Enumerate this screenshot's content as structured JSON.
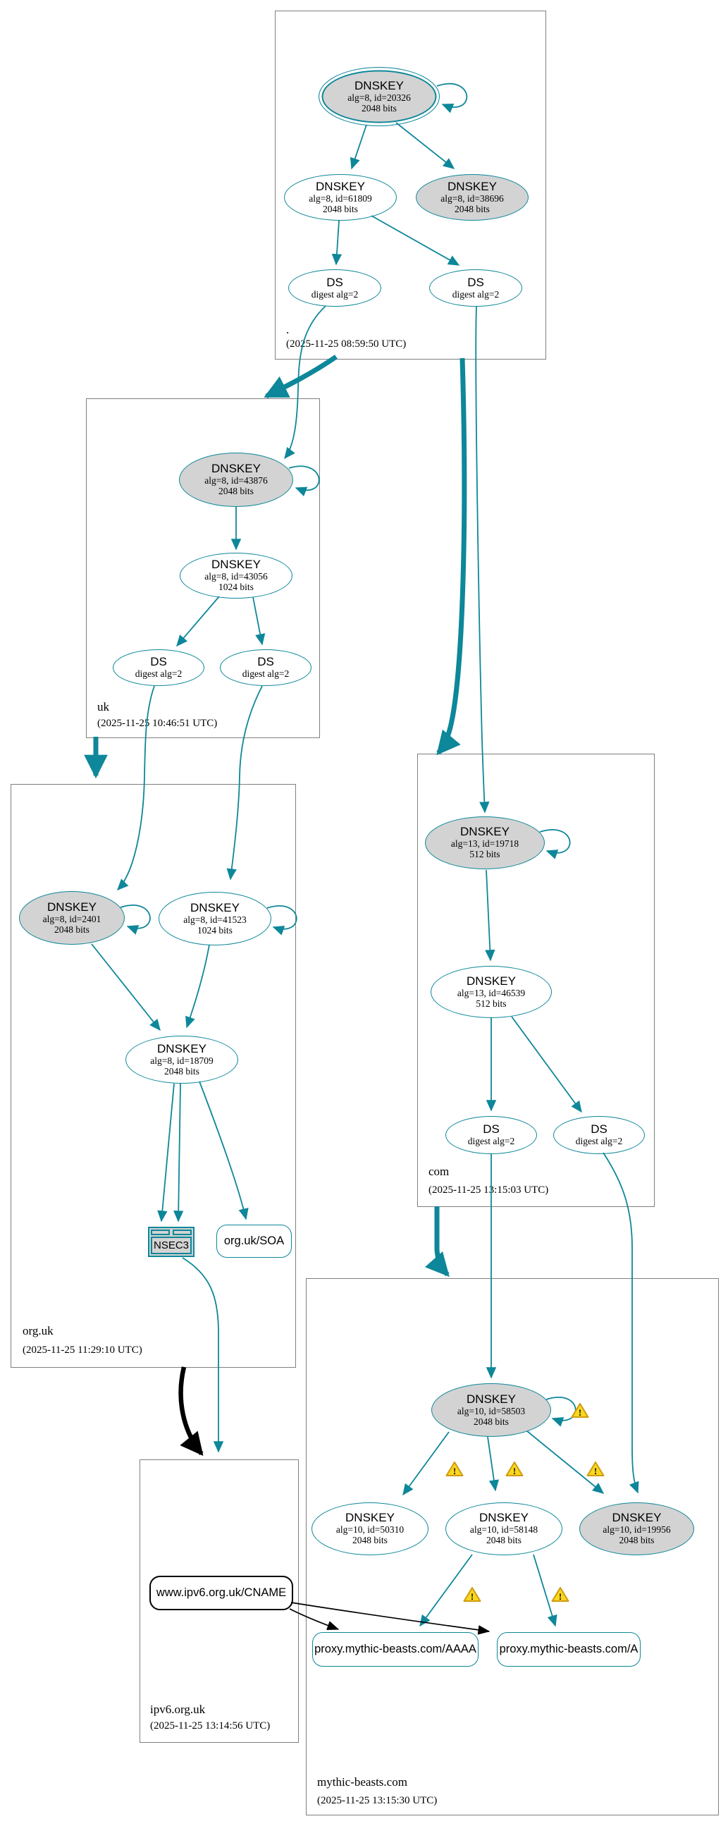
{
  "colors": {
    "teal": "#0d8799",
    "black": "#000000",
    "zoneborder": "#7f7f7f",
    "grayfill": "#d3d3d3",
    "warn": "#f8d71e",
    "warnborder": "#cf9b10"
  },
  "icons": {
    "warning_glyph": "!"
  },
  "zones": {
    "root": {
      "label": ".",
      "timestamp": "(2025-11-25 08:59:50 UTC)"
    },
    "uk": {
      "label": "uk",
      "timestamp": "(2025-11-25 10:46:51 UTC)"
    },
    "org_uk": {
      "label": "org.uk",
      "timestamp": "(2025-11-25 11:29:10 UTC)"
    },
    "com": {
      "label": "com",
      "timestamp": "(2025-11-25 13:15:03 UTC)"
    },
    "ipv6": {
      "label": "ipv6.org.uk",
      "timestamp": "(2025-11-25 13:14:56 UTC)"
    },
    "mythic": {
      "label": "mythic-beasts.com",
      "timestamp": "(2025-11-25 13:15:30 UTC)"
    }
  },
  "nodes": {
    "root_ksk": {
      "title": "DNSKEY",
      "line2": "alg=8, id=20326",
      "line3": "2048 bits"
    },
    "root_zsk": {
      "title": "DNSKEY",
      "line2": "alg=8, id=61809",
      "line3": "2048 bits"
    },
    "root_ksk2": {
      "title": "DNSKEY",
      "line2": "alg=8, id=38696",
      "line3": "2048 bits"
    },
    "root_ds1": {
      "title": "DS",
      "line2": "digest alg=2"
    },
    "root_ds2": {
      "title": "DS",
      "line2": "digest alg=2"
    },
    "uk_ksk": {
      "title": "DNSKEY",
      "line2": "alg=8, id=43876",
      "line3": "2048 bits"
    },
    "uk_zsk": {
      "title": "DNSKEY",
      "line2": "alg=8, id=43056",
      "line3": "1024 bits"
    },
    "uk_ds1": {
      "title": "DS",
      "line2": "digest alg=2"
    },
    "uk_ds2": {
      "title": "DS",
      "line2": "digest alg=2"
    },
    "orguk_ksk": {
      "title": "DNSKEY",
      "line2": "alg=8, id=2401",
      "line3": "2048 bits"
    },
    "orguk_key2": {
      "title": "DNSKEY",
      "line2": "alg=8, id=41523",
      "line3": "1024 bits"
    },
    "orguk_zsk": {
      "title": "DNSKEY",
      "line2": "alg=8, id=18709",
      "line3": "2048 bits"
    },
    "orguk_nsec3": {
      "title": "NSEC3"
    },
    "orguk_soa": {
      "title": "org.uk/SOA"
    },
    "com_ksk": {
      "title": "DNSKEY",
      "line2": "alg=13, id=19718",
      "line3": "512 bits"
    },
    "com_zsk": {
      "title": "DNSKEY",
      "line2": "alg=13, id=46539",
      "line3": "512 bits"
    },
    "com_ds1": {
      "title": "DS",
      "line2": "digest alg=2"
    },
    "com_ds2": {
      "title": "DS",
      "line2": "digest alg=2"
    },
    "mb_ksk": {
      "title": "DNSKEY",
      "line2": "alg=10, id=58503",
      "line3": "2048 bits"
    },
    "mb_key1": {
      "title": "DNSKEY",
      "line2": "alg=10, id=50310",
      "line3": "2048 bits"
    },
    "mb_zsk": {
      "title": "DNSKEY",
      "line2": "alg=10, id=58148",
      "line3": "2048 bits"
    },
    "mb_key3": {
      "title": "DNSKEY",
      "line2": "alg=10, id=19956",
      "line3": "2048 bits"
    },
    "mb_aaaa": {
      "title": "proxy.mythic-beasts.com/AAAA"
    },
    "mb_a": {
      "title": "proxy.mythic-beasts.com/A"
    },
    "ipv6_cname": {
      "title": "www.ipv6.org.uk/CNAME"
    }
  }
}
